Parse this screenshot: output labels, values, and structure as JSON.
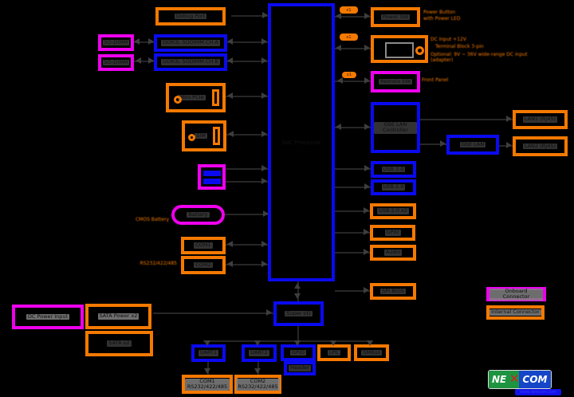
{
  "diagram": {
    "colors": {
      "orange": "#f57900",
      "blue": "#0a0af0",
      "magenta": "#ee00ee",
      "background": "#000000",
      "logo_green": "#1d9440",
      "logo_blue": "#1546c8",
      "logo_red": "#d42121"
    },
    "cpu": {
      "label": "SoC Processor"
    },
    "left": {
      "debug_port": "Debug Port",
      "sodimm1": "SO-DIMM",
      "sodimm2": "SO-DIMM",
      "ddr1": "DDR3L SODIMM CH A",
      "ddr2": "DDR3L SODIMM CH B",
      "minipcie": "Mini-PCIe",
      "sim": "SIM",
      "usb_dual": "USB",
      "usb_port1": "",
      "usb_port2": "",
      "battery": "Battery",
      "battery_note": "CMOS Battery",
      "com1": "COM1",
      "com2": "COM2",
      "com_note": "RS232/422/485"
    },
    "bottom_left": {
      "power": "DC Power Input",
      "sata_power": "SATA Power x2",
      "sata": "SATA x2"
    },
    "bottom": {
      "superio": "Super I/O",
      "uart1": "UART1",
      "uart2": "UART2",
      "gpio": "GPIO",
      "gpio_hdr": "Header",
      "lpc": "LPC",
      "smbus": "SMBus",
      "com_conn1": "COM1 RS232/422/485",
      "com_conn2": "COM2 RS232/422/485"
    },
    "right": {
      "power_sw": "Power SW",
      "power_note1": "Power Button",
      "power_note2": "with Power LED",
      "dc_jack": "DC Jack",
      "dc_note1": "DC Input +12V",
      "dc_note2": "Terminal Block 3-pin",
      "dc_note3": "Optional: 9V ~ 36V wide-range DC input (adapter)",
      "remote": "Remote SW",
      "remote_note": "Front Panel",
      "lan_ctrl": "GbE LAN Controller",
      "usb3": "USB 3.0",
      "usb2": "USB 2.0",
      "hdr1": "USB 2.0 x2",
      "hdr2": "GPIO",
      "hdr3": "Audio",
      "bios": "SPI BIOS",
      "phy": "GbE LAN",
      "lan1": "LAN1 (RJ45)",
      "lan2": "LAN2 (RJ45)",
      "lane1": "x1",
      "lane2": "x1",
      "lane3": "x1"
    },
    "legend": {
      "onboard": "Onboard Connector",
      "internal": "Internal Connector"
    },
    "logo": {
      "ne": "NE",
      "x": "✕",
      "com": "COM",
      "url": "www.nexcom.com"
    }
  }
}
